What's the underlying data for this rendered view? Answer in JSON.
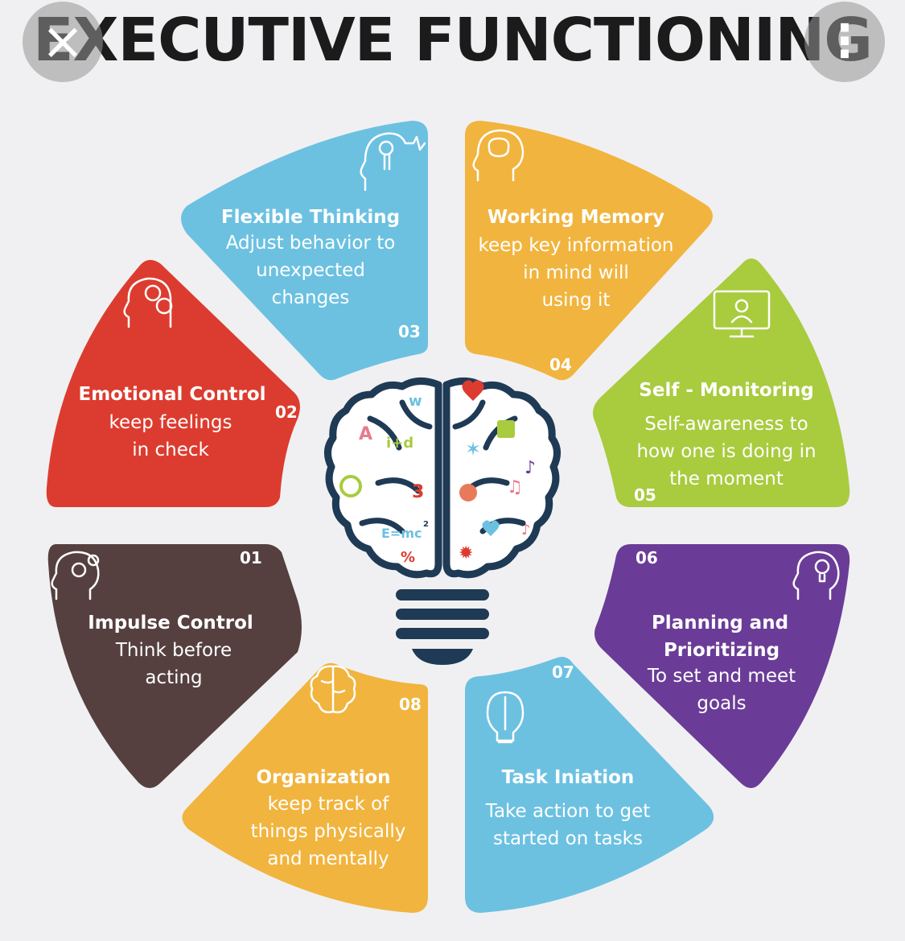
{
  "title": "EXECUTIVE FUNCTIONING",
  "overlay": {
    "close_icon": "×",
    "more_icon": "⋮"
  },
  "colors": {
    "impulse": "#55403f",
    "emotional": "#dc3c2f",
    "flexible": "#6cc1e1",
    "working": "#f1b43e",
    "self": "#a9cb3e",
    "planning": "#6a3c97",
    "task": "#6cc1e1",
    "organization": "#f1b43e",
    "brain_outline": "#1f3a55"
  },
  "segments": {
    "impulse": {
      "number": "01",
      "title": "Impulse Control",
      "lines": [
        "Think before",
        "acting"
      ],
      "icon": "head-gears-icon"
    },
    "emotional": {
      "number": "02",
      "title": "Emotional Control",
      "lines": [
        "keep feelings",
        "in check"
      ],
      "icon": "head-emotions-icon"
    },
    "flexible": {
      "number": "03",
      "title": "Flexible Thinking",
      "lines": [
        "Adjust behavior to",
        "unexpected",
        "changes"
      ],
      "icon": "head-pulse-icon"
    },
    "working": {
      "number": "04",
      "title": "Working Memory",
      "lines": [
        "keep key information",
        "in mind will",
        "using it"
      ],
      "icon": "head-brain-icon"
    },
    "self": {
      "number": "05",
      "title": "Self - Monitoring",
      "lines": [
        "Self-awareness to",
        "how one is doing in",
        "the moment"
      ],
      "icon": "monitor-person-icon"
    },
    "planning": {
      "number": "06",
      "title": "Planning and",
      "title2": "Prioritizing",
      "lines": [
        "To set and meet",
        "goals"
      ],
      "icon": "head-lightbulb-icon"
    },
    "task": {
      "number": "07",
      "title": "Task Iniation",
      "lines": [
        "Take action to get",
        "started on tasks"
      ],
      "icon": "lightbulb-brain-icon"
    },
    "organization": {
      "number": "08",
      "title": "Organization",
      "lines": [
        "keep track of",
        "things physically",
        "and mentally"
      ],
      "icon": "brain-icon"
    }
  },
  "brain_symbols": {
    "w": "w",
    "a": "A",
    "i_plus_d": "i+d",
    "three": "3",
    "emc": "E=mc",
    "squared": "2",
    "percent": "%"
  }
}
